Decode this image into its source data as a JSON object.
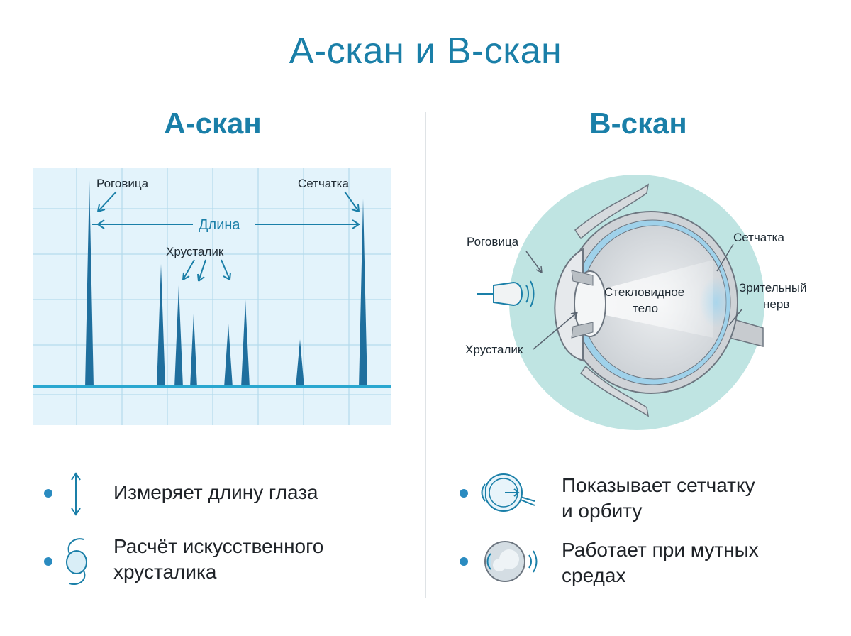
{
  "title": "А-скан и В-скан",
  "a_scan": {
    "title": "А-скан",
    "labels": {
      "cornea": "Роговица",
      "retina": "Сетчатка",
      "length": "Длина",
      "lens": "Хрусталик"
    },
    "features": [
      {
        "text": "Измеряет длину глаза",
        "icon": "double-arrow-icon"
      },
      {
        "text_line1": "Расчёт искусственного",
        "text_line2": "хрусталика",
        "icon": "intraocular-lens-icon"
      }
    ]
  },
  "b_scan": {
    "title": "В-скан",
    "labels": {
      "cornea": "Роговица",
      "retina": "Сетчатка",
      "vitreous_line1": "Стекловидное",
      "vitreous_line2": "тело",
      "optic_nerve_line1": "Зрительный",
      "optic_nerve_line2": "нерв",
      "lens": "Хрусталик"
    },
    "features": [
      {
        "text_line1": "Показывает сетчатку",
        "text_line2": "и орбиту",
        "icon": "eye-section-icon"
      },
      {
        "text_line1": "Работает при мутных",
        "text_line2": "средах",
        "icon": "cloudy-eye-icon"
      }
    ]
  },
  "colors": {
    "accent": "#1a7fa8",
    "spike": "#1f6f9e",
    "baseline": "#2aa7d0",
    "grid_bg": "#e3f3fb",
    "orbit": "#bfe4e2"
  }
}
